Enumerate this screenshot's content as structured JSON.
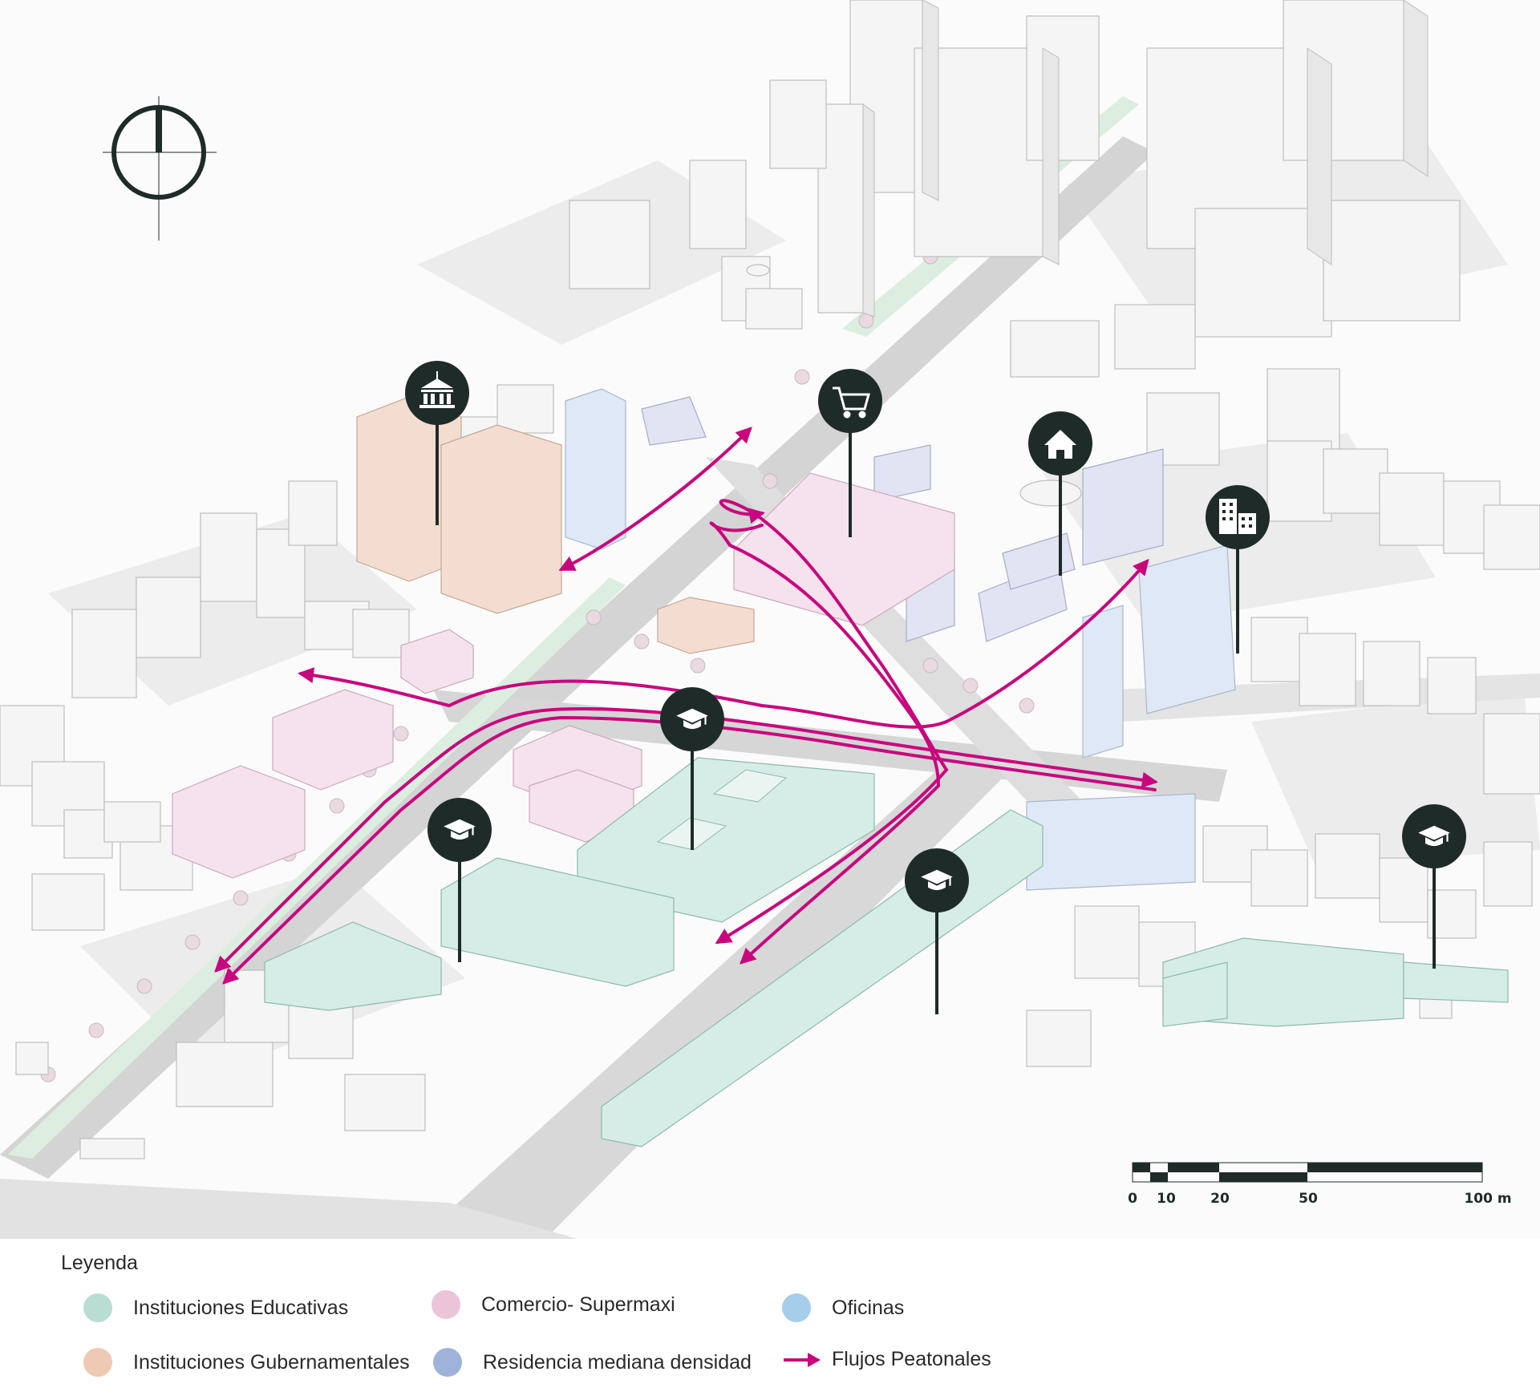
{
  "legend": {
    "title": "Leyenda",
    "items": [
      {
        "label": "Instituciones Educativas",
        "color": "#b9ddd3"
      },
      {
        "label": "Comercio- Supermaxi",
        "color": "#ecc4da"
      },
      {
        "label": "Oficinas",
        "color": "#a6cdea"
      },
      {
        "label": "Instituciones Gubernamentales",
        "color": "#eec9b3"
      },
      {
        "label": "Residencia mediana densidad",
        "color": "#9fb3da"
      },
      {
        "label": "Flujos Peatonales",
        "color": "#c8077e"
      }
    ]
  },
  "scale_bar": {
    "labels": [
      "0",
      "10",
      "20",
      "50",
      "100 m"
    ]
  },
  "markers": [
    {
      "type": "government",
      "icon": "government-building-icon"
    },
    {
      "type": "commerce",
      "icon": "shopping-cart-icon"
    },
    {
      "type": "residence",
      "icon": "house-icon"
    },
    {
      "type": "office",
      "icon": "office-building-icon"
    },
    {
      "type": "education",
      "icon": "graduation-cap-icon"
    },
    {
      "type": "education",
      "icon": "graduation-cap-icon"
    },
    {
      "type": "education",
      "icon": "graduation-cap-icon"
    },
    {
      "type": "education",
      "icon": "graduation-cap-icon"
    }
  ],
  "colors": {
    "marker_fill": "#1e2b28",
    "flow": "#c8077e",
    "building": "#f4f4f4",
    "road": "#d4d4d4",
    "green": "#dbeee0"
  }
}
